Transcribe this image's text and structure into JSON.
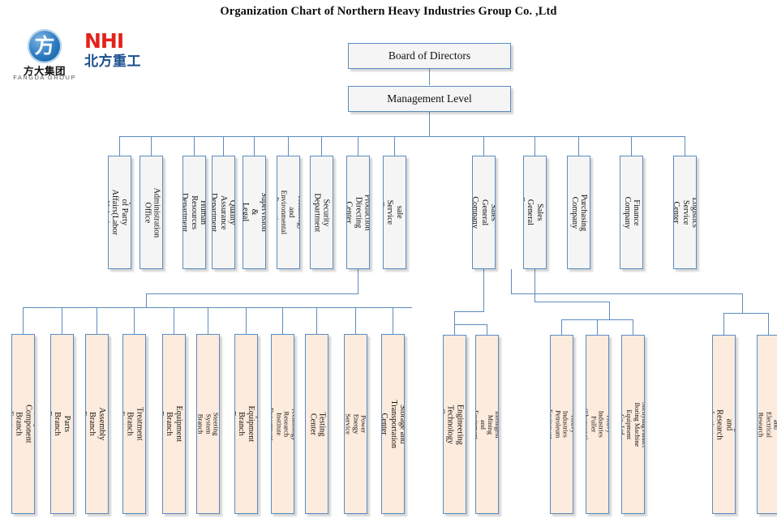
{
  "title": "Organization Chart of Northern Heavy Industries  Group Co. ,Ltd",
  "logos": {
    "fangda": {
      "glyph": "方",
      "chinese": "方大集团",
      "english": "FANGDA GROUP",
      "color": "#1b6cb0"
    },
    "nhi": {
      "english": "NHI",
      "chinese": "北方重工",
      "english_color": "#e2231a",
      "chinese_color": "#1b4f8f"
    }
  },
  "colors": {
    "border": "#5b8cc0",
    "connector": "#5b8cc0",
    "box_gray": "#f2f2f2",
    "box_peach": "#fdebdd",
    "title_text": "#0d0d0d"
  },
  "top": [
    {
      "id": "board",
      "label": "Board of Directors"
    },
    {
      "id": "management",
      "label": "Management Level"
    }
  ],
  "level2_left": [
    {
      "id": "party-affairs",
      "label": "Department of Party\nAffairs(Labor Union)"
    },
    {
      "id": "administration",
      "label": "Administration Office"
    },
    {
      "id": "human-resources",
      "label": "Human Resources\nDepartment"
    },
    {
      "id": "quality-assurance",
      "label": "Quality Assurance\nDepartment"
    },
    {
      "id": "audit-legal",
      "label": "Audit, Supervision &\nLegal Department"
    },
    {
      "id": "safety-environment",
      "label": "Safety Technology and\nEnvironmental Protection\nDepartment"
    },
    {
      "id": "security",
      "label": "Security Department"
    },
    {
      "id": "production-directing",
      "label": "Production Directing\nCenter"
    },
    {
      "id": "after-sale-service",
      "label": "After-sale Service Center"
    }
  ],
  "level2_right": [
    {
      "id": "sales-general",
      "label": "Sales General Company"
    },
    {
      "id": "international-sales",
      "label": "International Sales\nGeneral Company"
    },
    {
      "id": "purchasing",
      "label": "Purchasing Company"
    },
    {
      "id": "finance",
      "label": "Finance Company"
    },
    {
      "id": "logistics-service",
      "label": "Logistics Service Center"
    }
  ],
  "level3_production": [
    {
      "id": "major-component",
      "label": "Major Component Branch Factory"
    },
    {
      "id": "structural-parts",
      "label": "Structural Parts Branch Factory"
    },
    {
      "id": "general-assembly",
      "label": "General Assembly Branch Factory"
    },
    {
      "id": "heat-treatment",
      "label": "Heat Treatment Branch Factory"
    },
    {
      "id": "bulk-equipment",
      "label": "Bulk Equipment Branch Factory"
    },
    {
      "id": "automobile-steering",
      "label": "Automobile Steering System Branch Factory"
    },
    {
      "id": "special-equipment",
      "label": "Special Equipment Branch Factory"
    },
    {
      "id": "technology-research",
      "label": "Technology Research Institute Department"
    },
    {
      "id": "testing-center",
      "label": "Testing Center"
    },
    {
      "id": "equipment-power",
      "label": "Equipment Power Energy Service Department"
    },
    {
      "id": "storage-transport",
      "label": "Storage and Transportation Center"
    }
  ],
  "level3_sales": [
    {
      "id": "tunnel-engineering",
      "label": "Tunnel Engineering Technology Company"
    },
    {
      "id": "state-key-lab",
      "label": "State Key Laboratory of Intelligent Mining and\nEquipment for Deep Metal Mines"
    }
  ],
  "level3_subsidiaries": [
    {
      "id": "petroleum-equipment",
      "label": "Northern Heavy Industries Petroleum Equipment\nCo.,Ltd"
    },
    {
      "id": "fuller-mining",
      "label": "Northern Heavy Industries Fuller (Shenyang)\nMiningCo.,Ltd"
    },
    {
      "id": "tunnel-boring",
      "label": "ShenyangTunnel Boring Machine Equipment\nCo.,Ltd"
    }
  ],
  "level3_research": [
    {
      "id": "design-research",
      "label": "Design and Research Institute"
    },
    {
      "id": "mechanical-electrical",
      "label": "Shenyang Mechanical and Electrical Research\nand Design Institute"
    }
  ]
}
